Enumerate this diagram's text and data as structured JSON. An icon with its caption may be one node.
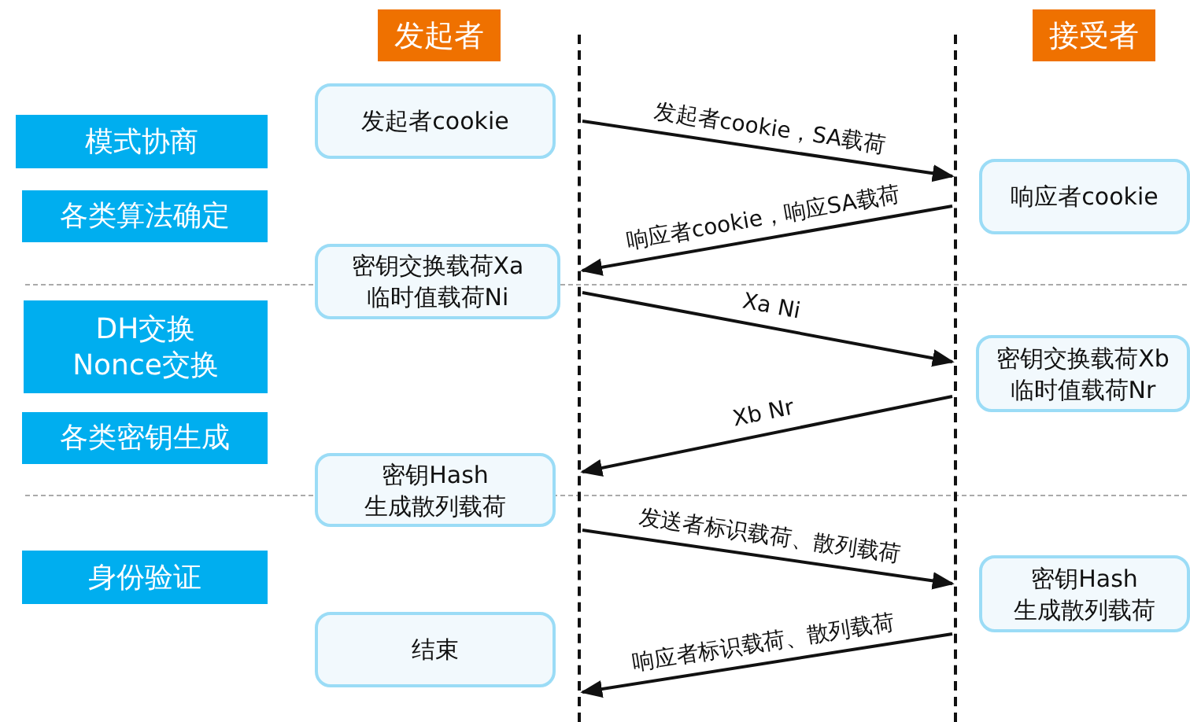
{
  "diagram": {
    "nodes": [
      {
        "text": [
          "发起者"
        ]
      },
      {
        "text": [
          "接受者"
        ]
      },
      {
        "text": [],
        "shape": "line"
      },
      {
        "text": [],
        "shape": "line"
      },
      {
        "text": [
          "模式协商"
        ]
      },
      {
        "text": [
          "各类算法确定"
        ]
      },
      {
        "text": [
          "DH交换 Nonce交换"
        ]
      },
      {
        "text": [
          "各类密钥生成"
        ]
      },
      {
        "text": [
          "身份验证"
        ]
      },
      {
        "text": [
          "发起者cookie"
        ]
      },
      {
        "text": [
          "响应者cookie"
        ]
      },
      {
        "text": [
          "密钥交换载荷Xa 临时值载荷Ni"
        ]
      },
      {
        "text": [
          "密钥交换载荷Xb 临时值载荷Nr"
        ]
      },
      {
        "text": [
          "密钥Hash 生成散列载荷"
        ]
      },
      {
        "text": [
          "密钥Hash 生成散列载荷"
        ]
      },
      {
        "text": [
          "结束"
        ]
      }
    ],
    "edges": [
      {
        "from": 2,
        "to": 3,
        "arrow": "to",
        "label": "发起者cookie，SA载荷"
      },
      {
        "from": 3,
        "to": 2,
        "arrow": "to",
        "label": "响应者cookie，响应SA载荷"
      },
      {
        "from": 2,
        "to": 3,
        "arrow": "to",
        "label": "Xa Ni"
      },
      {
        "from": 3,
        "to": 2,
        "arrow": "to",
        "label": "Xb Nr"
      },
      {
        "from": 2,
        "to": 3,
        "arrow": "to",
        "label": "发送者标识载荷、散列载荷"
      },
      {
        "from": 3,
        "to": 2,
        "arrow": "to",
        "label": "响应者标识载荷、散列载荷"
      }
    ]
  }
}
